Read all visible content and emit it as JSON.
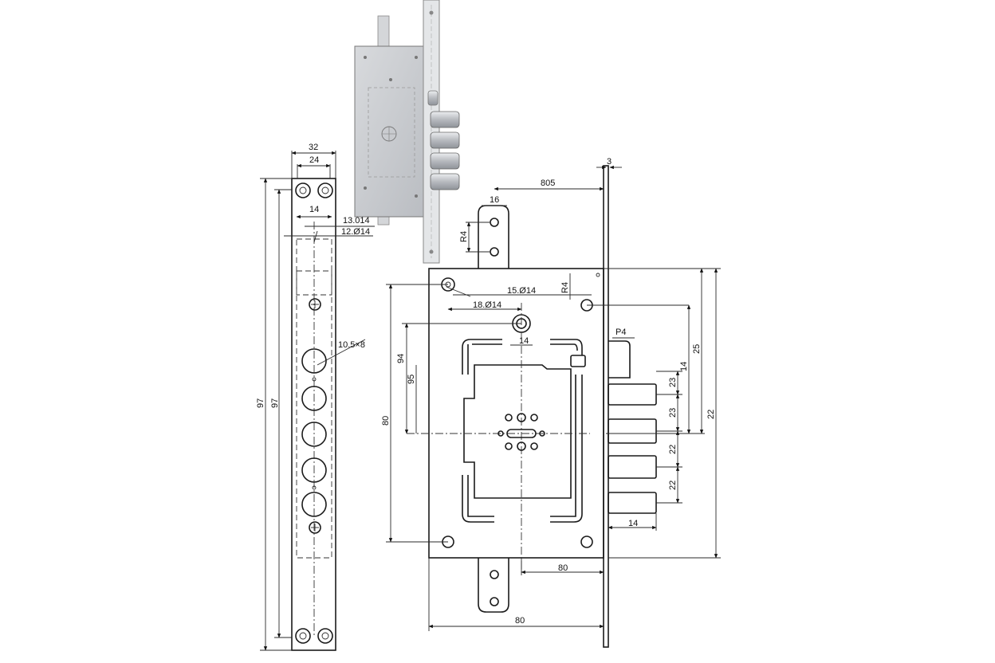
{
  "colors": {
    "line": "#1a1a1a",
    "steel": "#c9cbcf",
    "steel_dark": "#a9acb1",
    "paper": "#ffffff"
  },
  "faceplate": {
    "width_32": "32",
    "width_24": "24",
    "width_14": "14",
    "label_13": "13.014",
    "label_12": "12.Ø14",
    "label_10": "10.5×8",
    "height_97_outer": "97",
    "height_97_inner": "97"
  },
  "body": {
    "top_3": "3",
    "top_805": "805",
    "top_16": "16",
    "r4_left": "R4",
    "r4_top": "R4",
    "label_15": "15.Ø14",
    "label_18": "18.Ø14",
    "label_14_hole": "14",
    "left_94": "94",
    "left_95": "95",
    "left_80": "80",
    "right_p4": "P4",
    "right_25": "25",
    "right_14": "14",
    "right_23a": "23",
    "right_23b": "23",
    "right_22a": "22",
    "right_22b": "22",
    "right_22c": "22",
    "bolt_14": "14",
    "bottom_80": "80",
    "bottom_80_total": "80"
  }
}
